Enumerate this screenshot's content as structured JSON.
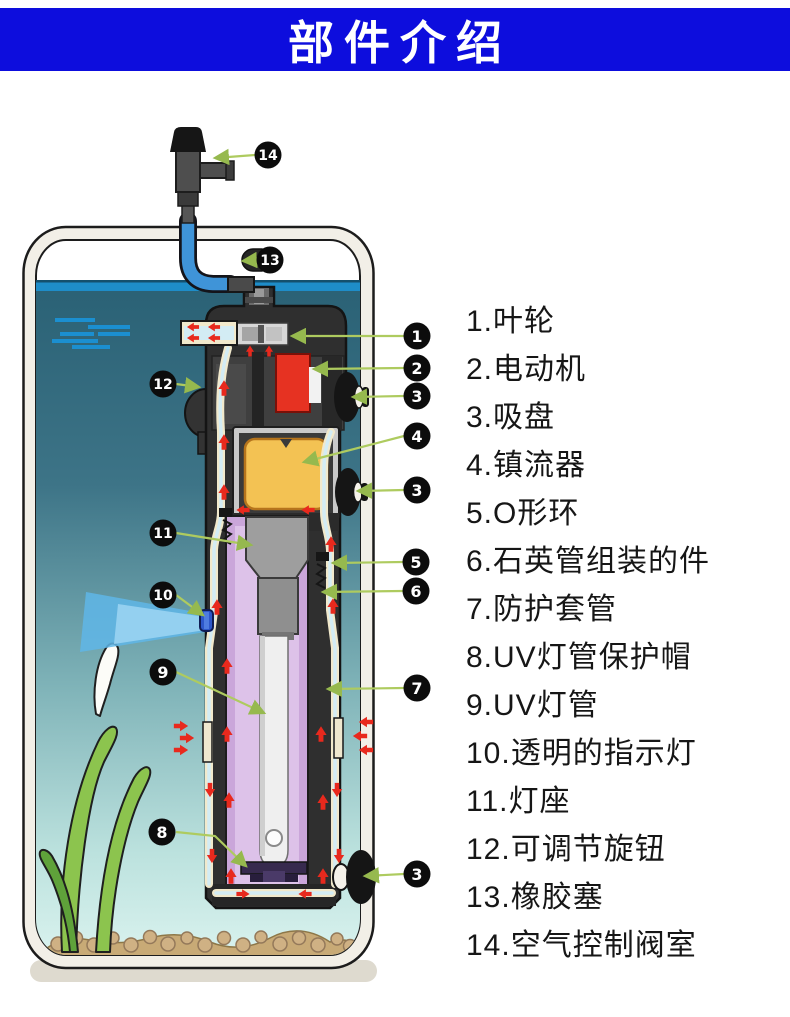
{
  "header": {
    "title": "部件介绍"
  },
  "legend": {
    "items": [
      "1.叶轮",
      "2.电动机",
      "3.吸盘",
      "4.镇流器",
      "5.O形环",
      "6.石英管组装的件",
      "7.防护套管",
      "8.UV灯管保护帽",
      "9.UV灯管",
      "10.透明的指示灯",
      "11.灯座",
      "12.可调节旋钮",
      "13.橡胶塞",
      "14.空气控制阀室"
    ]
  },
  "callouts": {
    "labels": [
      "1",
      "2",
      "3",
      "4",
      "3",
      "5",
      "6",
      "7",
      "3",
      "12",
      "11",
      "10",
      "9",
      "8",
      "13",
      "14"
    ]
  },
  "colors": {
    "banner_blue": "#0d0ddd",
    "callout_black": "#0c0c0c",
    "leader_green": "#aecb5f",
    "arrow_red": "#e8291d",
    "water_dark": "#2a6175",
    "water_light": "#d9f2ee",
    "surface_blue": "#1e8dc9",
    "tank_wall": "#f2efe7",
    "device_gray": "#2f2f2f",
    "motor_red": "#e63222",
    "ballast_yellow": "#f3c253",
    "quartz_purple": "#caa6da",
    "lamp_white": "#efefef",
    "channel_cream": "#f1e9cc",
    "channel_blue": "#d3ecf4",
    "gravel_tan": "#c8aa76",
    "plant_green": "#8cc44e",
    "tube_blue": "#3f94d8",
    "beam_blue": "#7cc4ec"
  }
}
